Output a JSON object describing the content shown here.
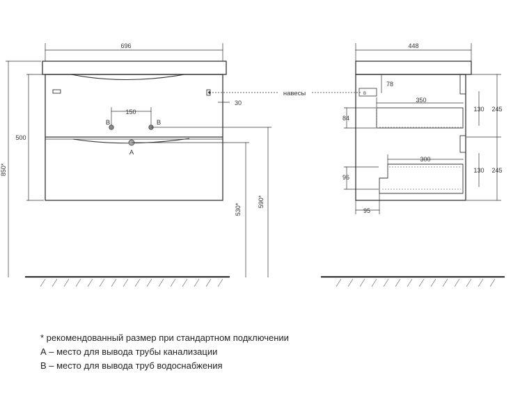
{
  "front_view": {
    "width_label": "696",
    "height_label": "500",
    "total_height_label": "850*",
    "hole_spacing_label": "150",
    "hanger_offset_label": "30",
    "left_outlet_label": "B",
    "right_outlet_label": "B",
    "drain_label": "A",
    "floor_to_drain_label": "530*",
    "floor_to_outlets_label": "590*"
  },
  "side_view": {
    "depth_label": "448",
    "hanger_label": "навесы",
    "hanger_drop_label": "78",
    "upper_drawer_depth_label": "350",
    "upper_front_label": "130",
    "upper_section_label": "245",
    "upper_drawer_height_label": "84",
    "lower_drawer_depth_label": "300",
    "lower_front_label": "130",
    "lower_section_label": "245",
    "lower_drawer_height_label": "96",
    "notch_label": "95",
    "hanger_detail_label": "B"
  },
  "notes": {
    "line1": "* рекомендованный размер при стандартном подключении",
    "line2": "А – место для вывода трубы канализации",
    "line3": "B – место для вывода труб водоснабжения"
  }
}
